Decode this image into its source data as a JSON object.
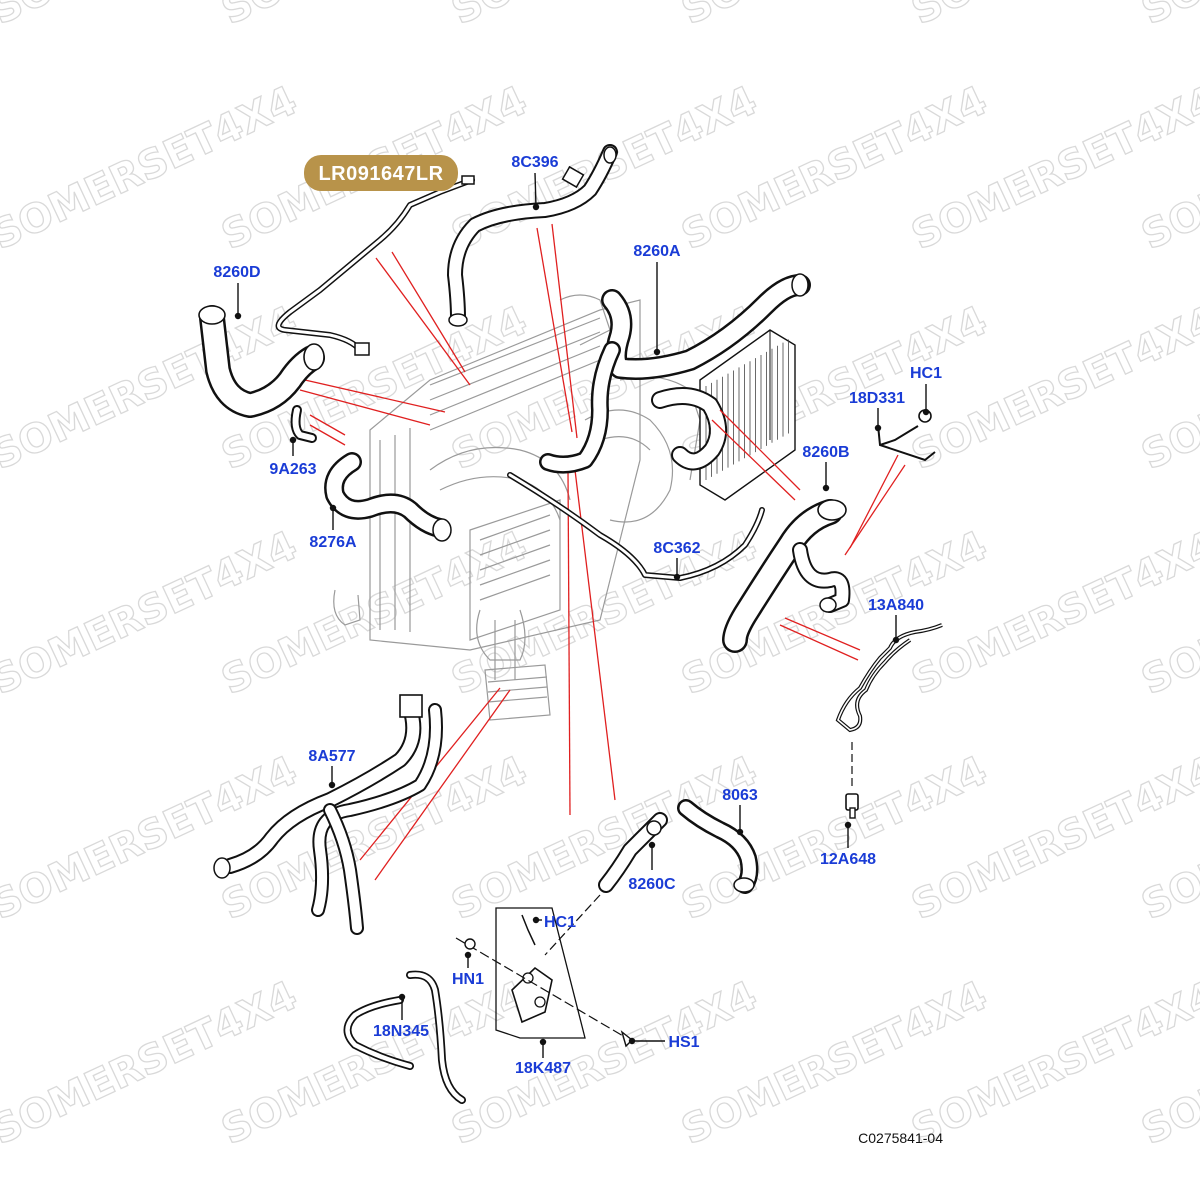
{
  "part_badge": {
    "text": "LR091647LR",
    "color": "#b8934a"
  },
  "watermark": {
    "text": "SOMERSET4X4"
  },
  "diagram_code": "C0275841-04",
  "colors": {
    "label": "#1a3cd6",
    "callout_line": "#e02020",
    "hose": "#111111"
  },
  "callouts": [
    {
      "id": "8C396",
      "text": "8C396"
    },
    {
      "id": "8260D",
      "text": "8260D"
    },
    {
      "id": "8260A",
      "text": "8260A"
    },
    {
      "id": "HC1_top",
      "text": "HC1"
    },
    {
      "id": "18D331",
      "text": "18D331"
    },
    {
      "id": "9A263",
      "text": "9A263"
    },
    {
      "id": "8260B",
      "text": "8260B"
    },
    {
      "id": "8276A",
      "text": "8276A"
    },
    {
      "id": "8C362",
      "text": "8C362"
    },
    {
      "id": "13A840",
      "text": "13A840"
    },
    {
      "id": "8A577",
      "text": "8A577"
    },
    {
      "id": "8063",
      "text": "8063"
    },
    {
      "id": "8260C",
      "text": "8260C"
    },
    {
      "id": "12A648",
      "text": "12A648"
    },
    {
      "id": "HC1_bottom",
      "text": "HC1"
    },
    {
      "id": "HN1",
      "text": "HN1"
    },
    {
      "id": "18N345",
      "text": "18N345"
    },
    {
      "id": "HS1",
      "text": "HS1"
    },
    {
      "id": "18K487",
      "text": "18K487"
    }
  ]
}
